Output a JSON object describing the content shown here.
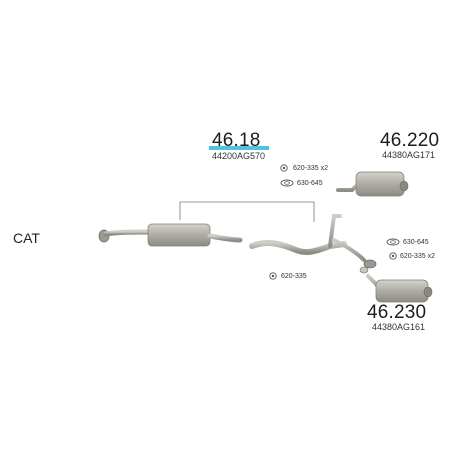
{
  "left_label": "CAT",
  "parts": [
    {
      "number": "46.18",
      "oem": "44200AG570"
    },
    {
      "number": "46.220",
      "oem": "44380AG171"
    },
    {
      "number": "46.230",
      "oem": "44380AG161"
    }
  ],
  "fittings": {
    "clamp_top_x2": "620-335 x2",
    "gasket_top": "630-645",
    "clamp_mid": "620-335",
    "gasket_right": "630-645",
    "clamp_right_x2": "620-335 x2"
  },
  "colors": {
    "highlight": "#4fc3e0",
    "pipe": "#a7a7a3",
    "muffler": "#b2afa8"
  }
}
